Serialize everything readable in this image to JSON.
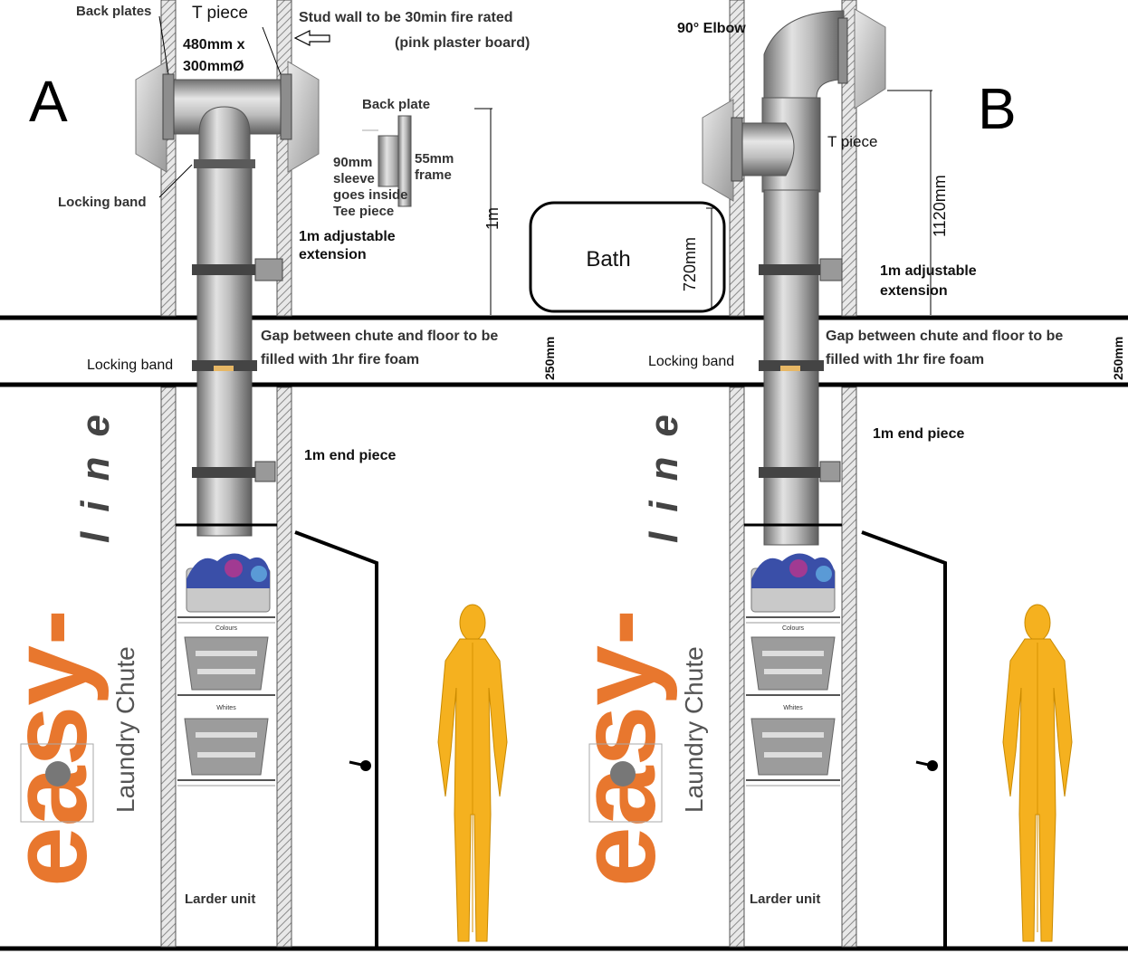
{
  "panel_a": {
    "letter": "A",
    "back_plates": "Back plates",
    "t_piece": "T piece",
    "t_piece_dims_1": "480mm x",
    "t_piece_dims_2": "300mmØ",
    "stud_wall_1": "Stud wall to be 30min fire rated",
    "stud_wall_2": "(pink plaster board)",
    "back_plate": "Back plate",
    "sleeve_1": "90mm",
    "sleeve_2": "sleeve",
    "sleeve_3": "goes inside",
    "sleeve_4": "Tee piece",
    "frame_1": "55mm",
    "frame_2": "frame",
    "locking_band_top": "Locking band",
    "one_m": "1m",
    "extension_1": "1m adjustable",
    "extension_2": "extension",
    "gap_1": "Gap between chute and floor to be",
    "gap_2": "filled with 1hr fire foam",
    "locking_band_floor": "Locking band",
    "floor_depth": "250mm",
    "end_piece": "1m end piece",
    "larder": "Larder unit"
  },
  "panel_b": {
    "letter": "B",
    "elbow": "90° Elbow",
    "t_piece": "T piece",
    "height": "1120mm",
    "bath": "Bath",
    "bath_height": "720mm",
    "extension_1": "1m adjustable",
    "extension_2": "extension",
    "gap_1": "Gap between chute and floor to be",
    "gap_2": "filled with 1hr fire foam",
    "locking_band_floor": "Locking band",
    "floor_depth": "250mm",
    "end_piece": "1m end piece",
    "larder": "Larder unit"
  },
  "logo": {
    "brand_1": "easy-",
    "brand_2": "line",
    "product": "Laundry Chute"
  },
  "baskets": {
    "colours": "Colours",
    "whites": "Whites"
  },
  "colors": {
    "orange": "#e8772e",
    "figure": "#f5b11f",
    "pipe": "#b5b5b5",
    "wall_hatch": "#9a9a9a"
  }
}
